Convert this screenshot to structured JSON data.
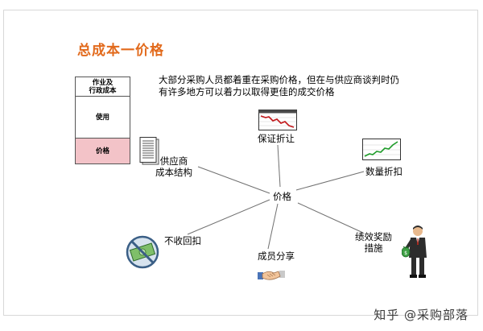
{
  "title": "总成本一价格",
  "intro": [
    "大部分采购人员都着重在采购价格，但在与供应商谈判时仍",
    "有许多地方可以着力以取得更佳的成交价格"
  ],
  "cost_stack": {
    "top": [
      "作业及",
      "行政成本"
    ],
    "middle": "使用",
    "bottom": "价格"
  },
  "center": "价格",
  "nodes": {
    "guarantee": "保证折让",
    "volume": "数量折扣",
    "supplier": [
      "供应商",
      "成本结构"
    ],
    "no_return": "不收回扣",
    "share": "成员分享",
    "reward": [
      "绩效奖励",
      "措施"
    ]
  },
  "watermark": "知乎 @采购部落",
  "colors": {
    "title": "#e26a1c",
    "price_fill": "#f3c3c8",
    "line": "#707070"
  }
}
